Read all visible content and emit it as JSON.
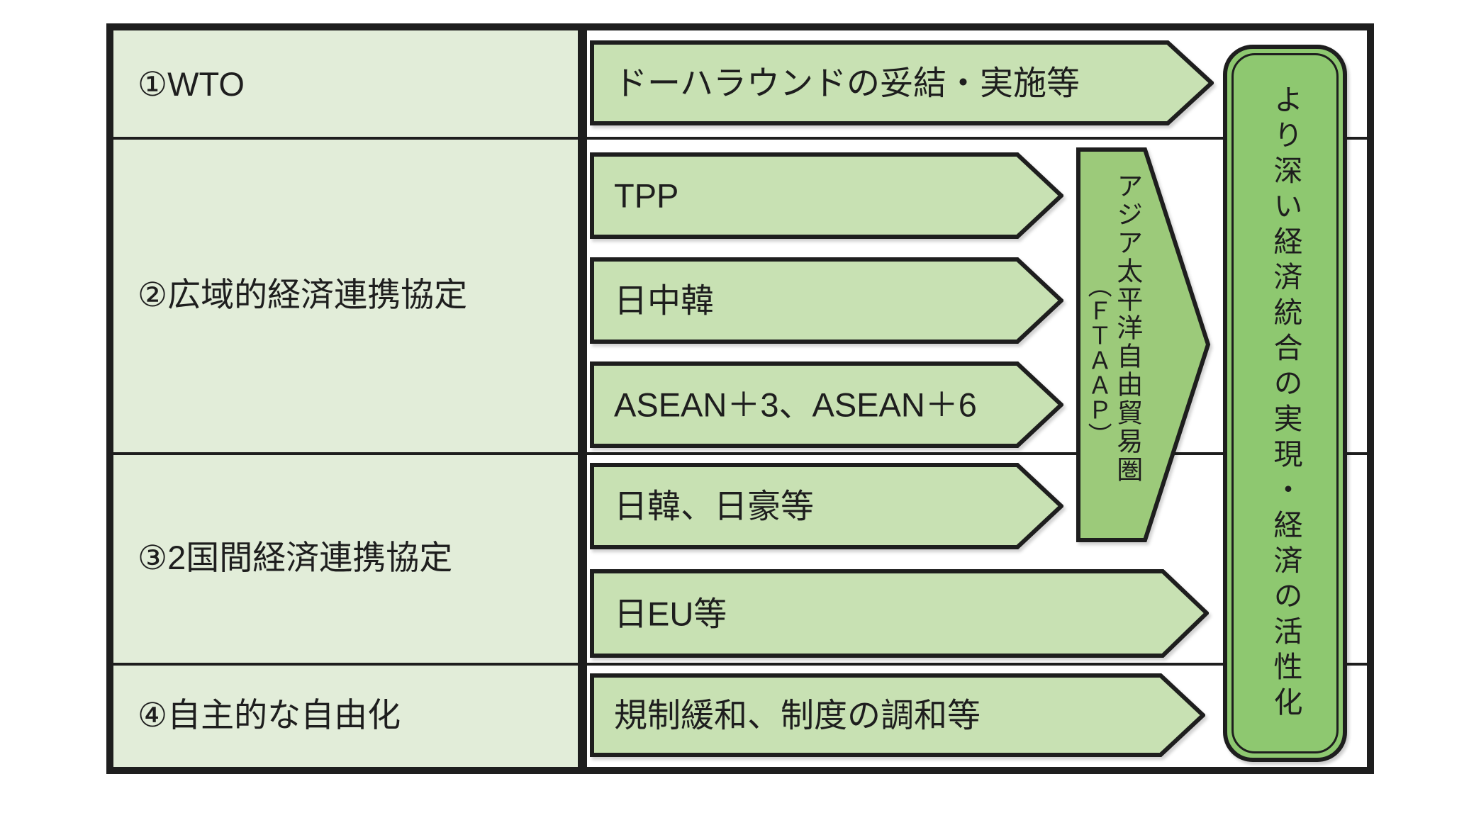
{
  "colors": {
    "ink": "#1e1e1e",
    "left_cell": "#e2edd9",
    "arrow_fill": "#c8e1b3",
    "pentagon_fill": "#9cca7a",
    "goal_fill": "#8ec870",
    "background": "#ffffff"
  },
  "rows": [
    {
      "label": "①WTO",
      "arrows": [
        "ドーハラウンドの妥結・実施等"
      ]
    },
    {
      "label": "②広域的経済連携協定",
      "arrows": [
        "TPP",
        "日中韓",
        "ASEAN＋3、ASEAN＋6"
      ]
    },
    {
      "label": "③2国間経済連携協定",
      "arrows": [
        "日韓、日豪等",
        "日EU等"
      ]
    },
    {
      "label": "④自主的な自由化",
      "arrows": [
        "規制緩和、制度の調和等"
      ]
    }
  ],
  "ftaap": {
    "name": "アジア太平洋自由貿易圏",
    "abbr": "（ＦＴＡＡＰ）"
  },
  "goal": "より深い経済統合の実現・経済の活性化"
}
